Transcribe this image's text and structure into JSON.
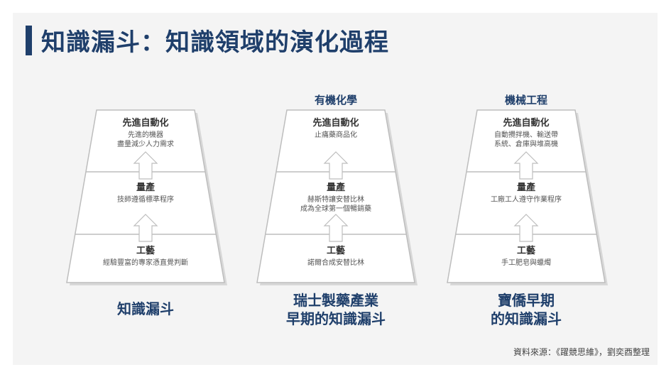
{
  "title": "知識漏斗：知識領域的演化過程",
  "source": "資料來源：《躍競思維》，劉奕酉整理",
  "funnels": [
    {
      "top_label": "",
      "caption_lines": [
        "知識漏斗"
      ],
      "levels": [
        {
          "title": "先進自動化",
          "desc": [
            "先進的機器",
            "盡量減少人力需求"
          ]
        },
        {
          "title": "量產",
          "desc": [
            "技師遵循標準程序"
          ]
        },
        {
          "title": "工藝",
          "desc": [
            "經驗豐富的專家憑直覺判斷"
          ]
        }
      ]
    },
    {
      "top_label": "有機化學",
      "caption_lines": [
        "瑞士製藥產業",
        "早期的知識漏斗"
      ],
      "levels": [
        {
          "title": "先進自動化",
          "desc": [
            "止痛藥商品化"
          ]
        },
        {
          "title": "量產",
          "desc": [
            "赫斯特讓安替比林",
            "成為全球第一個暢銷藥"
          ]
        },
        {
          "title": "工藝",
          "desc": [
            "諾爾合成安替比林"
          ]
        }
      ]
    },
    {
      "top_label": "機械工程",
      "caption_lines": [
        "寶僑早期",
        "的知識漏斗"
      ],
      "levels": [
        {
          "title": "先進自動化",
          "desc": [
            "自動攪拌機、輸送帶",
            "系統、倉庫與堆高機"
          ]
        },
        {
          "title": "量產",
          "desc": [
            "工廠工人遵守作業程序"
          ]
        },
        {
          "title": "工藝",
          "desc": [
            "手工肥皂與蠟燭"
          ]
        }
      ]
    }
  ]
}
